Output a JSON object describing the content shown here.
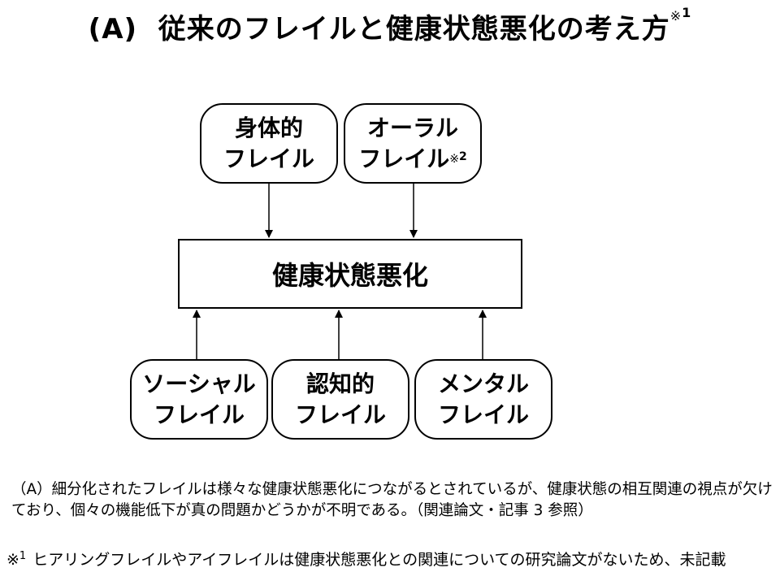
{
  "title": {
    "label": "(A)",
    "text": "従来のフレイルと健康状態悪化の考え方",
    "ref_mark": "※",
    "ref_num": "1"
  },
  "diagram": {
    "top_nodes": [
      {
        "line1": "身体的",
        "line2": "フレイル"
      },
      {
        "line1": "オーラル",
        "line2": "フレイル",
        "ref_mark": "※",
        "ref_num": "2"
      }
    ],
    "center": "健康状態悪化",
    "bottom_nodes": [
      {
        "line1": "ソーシャル",
        "line2": "フレイル"
      },
      {
        "line1": "認知的",
        "line2": "フレイル"
      },
      {
        "line1": "メンタル",
        "line2": "フレイル"
      }
    ]
  },
  "caption": "（A）細分化されたフレイルは様々な健康状態悪化につながるとされているが、健康状態の相互関連の視点が欠けており、個々の機能低下が真の問題かどうかが不明である。（関連論文・記事 3 参照）",
  "footnote": {
    "mark": "※",
    "num": "1",
    "text": "ヒアリングフレイルやアイフレイルは健康状態悪化との関連についての研究論文がないため、未記載"
  }
}
